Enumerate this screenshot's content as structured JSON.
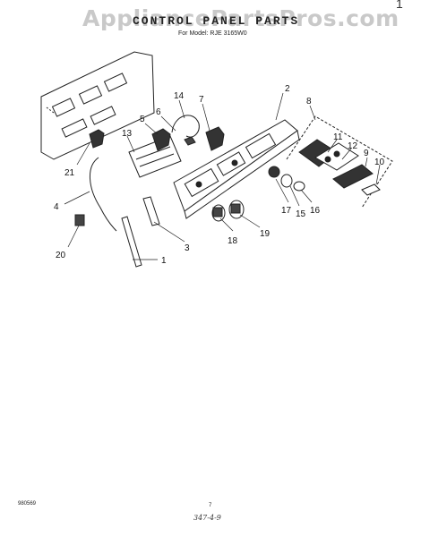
{
  "header": {
    "watermark": "AppliancePartsPros.com",
    "title": "CONTROL PANEL PARTS",
    "subtitle": "For Model: RJE 3165W0",
    "corner_mark": "1"
  },
  "footer": {
    "doc_number": "980569",
    "page_number": "7",
    "handwritten": "347-4-9"
  },
  "callouts": [
    "1",
    "2",
    "3",
    "4",
    "5",
    "6",
    "7",
    "8",
    "9",
    "10",
    "11",
    "12",
    "13",
    "14",
    "15",
    "16",
    "17",
    "18",
    "19",
    "20",
    "21"
  ]
}
